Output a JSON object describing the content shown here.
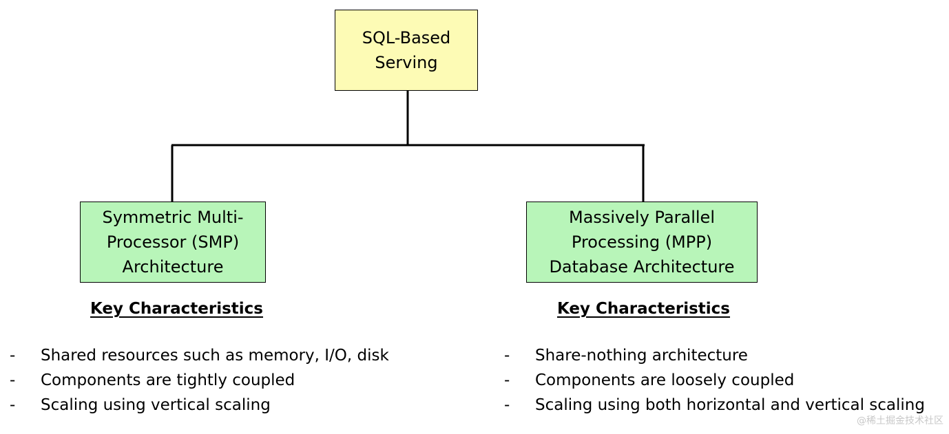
{
  "colors": {
    "root_fill": "#fdfbb5",
    "child_fill": "#b8f5b9",
    "line": "#000000"
  },
  "root": {
    "label": "SQL-Based\nServing"
  },
  "left": {
    "label": "Symmetric Multi-\nProcessor (SMP)\nArchitecture",
    "heading": "Key Characteristics",
    "bullets": [
      "Shared resources such as memory, I/O, disk",
      "Components are tightly coupled",
      "Scaling using vertical scaling"
    ]
  },
  "right": {
    "label": "Massively Parallel\nProcessing (MPP)\nDatabase Architecture",
    "heading": "Key Characteristics",
    "bullets": [
      "Share-nothing architecture",
      "Components are loosely coupled",
      "Scaling using both horizontal and vertical scaling"
    ]
  },
  "bullet_marker": "-",
  "watermark": "@稀土掘金技术社区"
}
